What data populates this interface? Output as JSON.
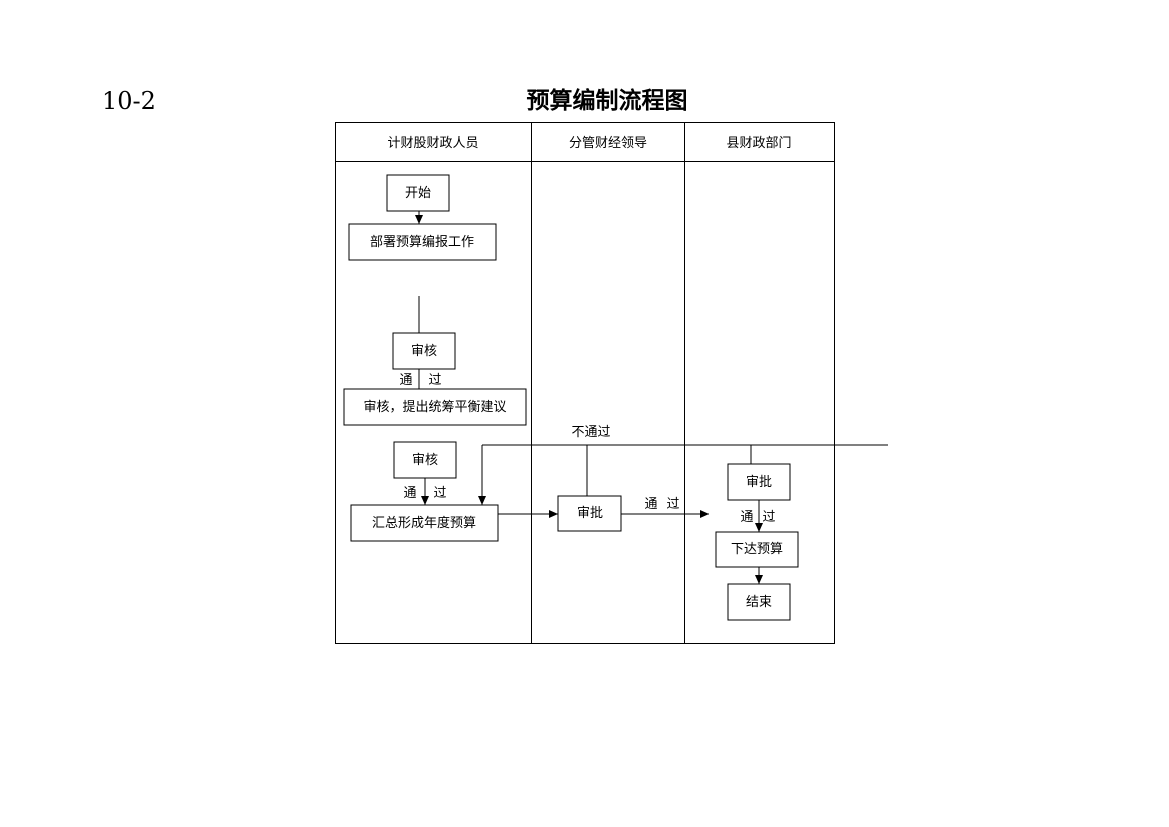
{
  "page": {
    "number": "10-2",
    "title": "预算编制流程图"
  },
  "lanes": [
    {
      "header": "计财股财政人员"
    },
    {
      "header": "分管财经领导"
    },
    {
      "header": "县财政部门"
    }
  ],
  "nodes": {
    "start": "开始",
    "deploy": "部署预算编报工作",
    "review1": "审核",
    "suggest": "审核，提出统筹平衡建议",
    "review2": "审核",
    "summary": "汇总形成年度预算",
    "leader_approve": "审批",
    "county_approve": "审批",
    "issue": "下达预算",
    "end": "结束"
  },
  "edge_labels": {
    "pass": "通",
    "pass_char": "过",
    "reject": "不通过"
  }
}
